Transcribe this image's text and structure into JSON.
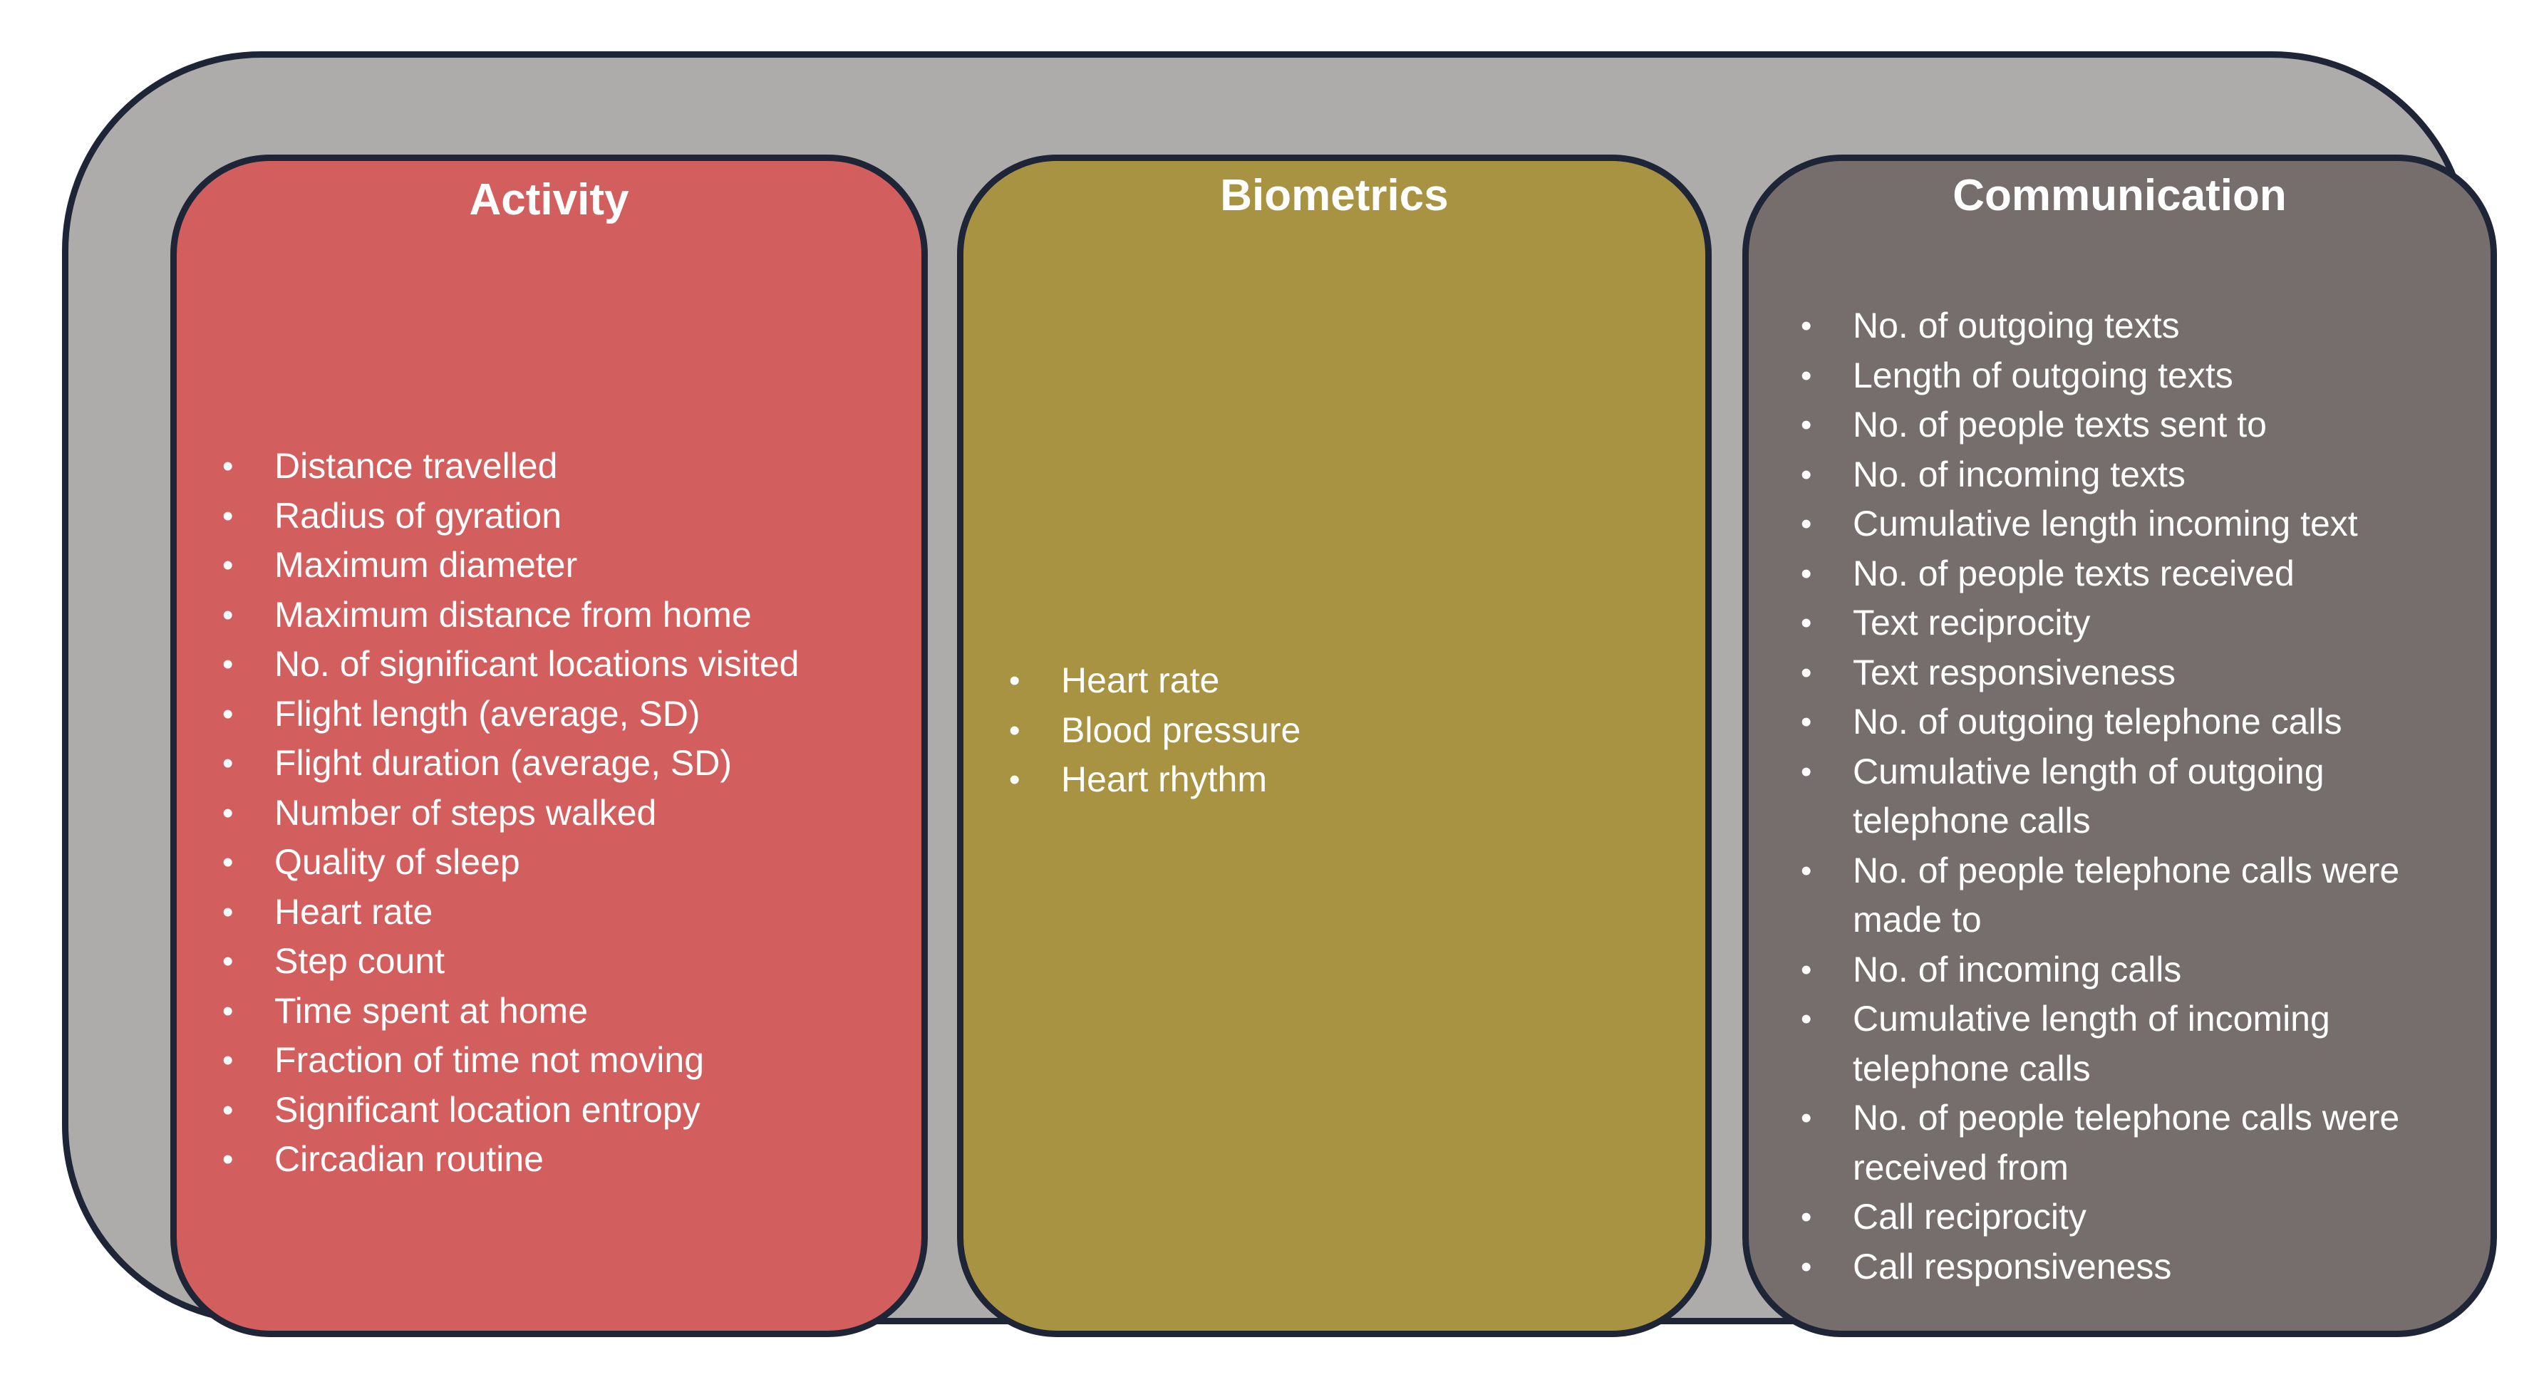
{
  "categories": [
    {
      "title": "Activity",
      "items": [
        "Distance travelled",
        "Radius of gyration",
        "Maximum diameter",
        "Maximum distance from home",
        "No. of significant locations visited",
        "Flight length (average, SD)",
        "Flight duration (average, SD)",
        "Number of steps walked",
        "Quality of sleep",
        "Heart rate",
        "Step count",
        "Time spent at home",
        "Fraction of time not moving",
        "Significant location entropy",
        "Circadian routine"
      ]
    },
    {
      "title": "Biometrics",
      "items": [
        "Heart rate",
        "Blood pressure",
        "Heart rhythm"
      ]
    },
    {
      "title": "Communication",
      "items": [
        "No. of outgoing texts",
        "Length of outgoing texts",
        "No. of people texts sent to",
        "No. of incoming texts",
        "Cumulative length incoming text",
        "No. of people texts received",
        "Text reciprocity",
        "Text responsiveness",
        "No. of outgoing telephone calls",
        "Cumulative length of outgoing",
        "telephone calls",
        "No. of people telephone calls were",
        "made to",
        "No. of incoming calls",
        "Cumulative length of incoming",
        "telephone calls",
        "No. of people telephone calls were",
        "received from",
        "Call reciprocity",
        "Call responsiveness"
      ],
      "bulleted": [
        true,
        true,
        true,
        true,
        true,
        true,
        true,
        true,
        true,
        true,
        false,
        true,
        false,
        true,
        true,
        false,
        true,
        false,
        true,
        true
      ]
    }
  ],
  "bullet_glyph": "•"
}
